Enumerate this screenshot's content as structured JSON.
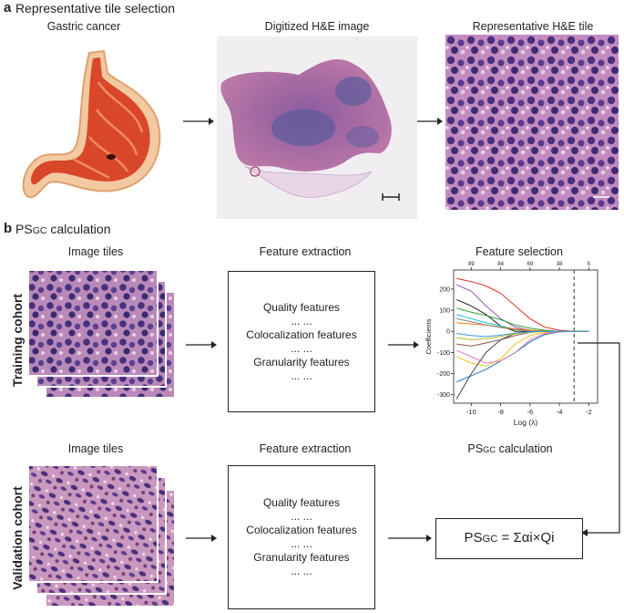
{
  "panel_a": {
    "letter": "a",
    "title": "Representative tile selection",
    "captions": [
      "Gastric cancer",
      "Digitized H&E image",
      "Representative H&E tile"
    ]
  },
  "panel_b": {
    "letter": "b",
    "title_main": "PS",
    "title_sub": "GC",
    "title_rest": " calculation",
    "training": {
      "cohort_label": "Training cohort",
      "tiles_caption": "Image tiles",
      "extraction_caption": "Feature extraction",
      "selection_caption": "Feature selection",
      "features": [
        "Quality features",
        "... ...",
        "Colocalization features",
        "... ...",
        "Granularity features",
        "... ..."
      ]
    },
    "validation": {
      "cohort_label": "Validation cohort",
      "tiles_caption": "Image tiles",
      "extraction_caption": "Feature extraction",
      "calc_caption_main": "PS",
      "calc_caption_sub": "GC",
      "calc_caption_rest": " calculation",
      "features": [
        "Quality features",
        "... ...",
        "Colocalization features",
        "... ...",
        "Granularity features",
        "... ..."
      ]
    },
    "formula": {
      "main": "PS",
      "sub": "GC",
      "rest": " = Σαi×Qi"
    }
  },
  "chart_data": {
    "type": "line",
    "title": "Feature selection",
    "xlabel": "Log (λ)",
    "ylabel": "Coefficients",
    "xlim": [
      -11.2,
      -1.4
    ],
    "ylim": [
      -340,
      290
    ],
    "x_ticks": [
      -10,
      -8,
      -6,
      -4,
      -2
    ],
    "y_ticks": [
      -300,
      -200,
      -100,
      0,
      100,
      200
    ],
    "top_axis_ticks": [
      {
        "x": -10,
        "label": "89"
      },
      {
        "x": -8,
        "label": "84"
      },
      {
        "x": -6,
        "label": "69"
      },
      {
        "x": -4,
        "label": "38"
      },
      {
        "x": -2,
        "label": "5"
      }
    ],
    "vline_x": -3,
    "x": [
      -11,
      -10,
      -9,
      -8,
      -7,
      -6,
      -5,
      -4,
      -3,
      -2
    ],
    "series": [
      {
        "color": "#e4312b",
        "values": [
          250,
          235,
          215,
          180,
          120,
          60,
          20,
          5,
          0,
          0
        ]
      },
      {
        "color": "#222222",
        "values": [
          150,
          120,
          80,
          25,
          0,
          0,
          0,
          0,
          0,
          0
        ]
      },
      {
        "color": "#9b59b6",
        "values": [
          220,
          190,
          120,
          60,
          20,
          5,
          0,
          0,
          0,
          0
        ]
      },
      {
        "color": "#2ca02c",
        "values": [
          110,
          90,
          75,
          55,
          30,
          15,
          5,
          0,
          0,
          0
        ]
      },
      {
        "color": "#17becf",
        "values": [
          80,
          60,
          40,
          25,
          10,
          3,
          0,
          0,
          0,
          0
        ]
      },
      {
        "color": "#ff7f0e",
        "values": [
          40,
          35,
          30,
          20,
          12,
          5,
          2,
          0,
          0,
          0
        ]
      },
      {
        "color": "#1f77b4",
        "values": [
          -240,
          -210,
          -180,
          -140,
          -100,
          -50,
          -15,
          -3,
          0,
          0
        ]
      },
      {
        "color": "#f1c40f",
        "values": [
          -120,
          -150,
          -165,
          -130,
          -60,
          -20,
          -5,
          0,
          0,
          0
        ]
      },
      {
        "color": "#e377c2",
        "values": [
          -90,
          -120,
          -150,
          -140,
          -100,
          -40,
          -10,
          -2,
          0,
          0
        ]
      },
      {
        "color": "#8c564b",
        "values": [
          -60,
          -70,
          -55,
          -40,
          -20,
          -5,
          0,
          0,
          0,
          0
        ]
      },
      {
        "color": "#444444",
        "values": [
          -320,
          -200,
          -100,
          -40,
          -10,
          0,
          0,
          0,
          0,
          0
        ]
      },
      {
        "color": "#bcbd22",
        "values": [
          -30,
          -40,
          -35,
          -25,
          -12,
          -4,
          0,
          0,
          0,
          0
        ]
      },
      {
        "color": "#7f7f7f",
        "values": [
          60,
          45,
          30,
          18,
          8,
          2,
          0,
          0,
          0,
          0
        ]
      },
      {
        "color": "#3498db",
        "values": [
          -10,
          -20,
          -25,
          -18,
          -8,
          -2,
          0,
          0,
          0,
          0
        ]
      }
    ]
  }
}
